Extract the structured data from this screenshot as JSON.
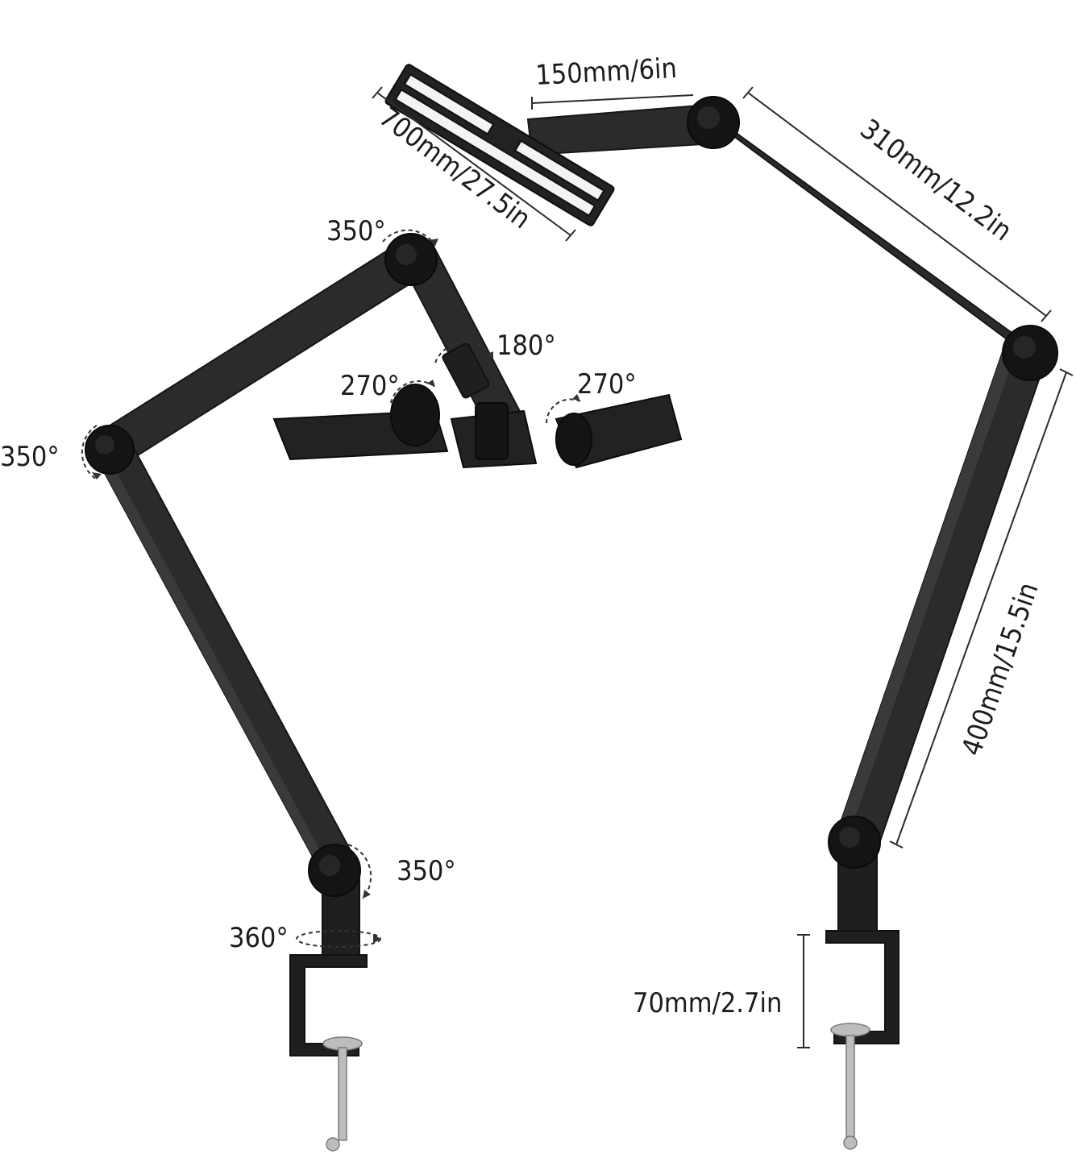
{
  "dimensions": {
    "bar_length": "700mm/27.5in",
    "head_arm": "150mm/6in",
    "upper_arm": "310mm/12.2in",
    "lower_arm": "400mm/15.5in",
    "clamp_opening": "70mm/2.7in"
  },
  "rotations": {
    "top_joint": "350°",
    "left_joint": "350°",
    "center_hinge": "180°",
    "left_panel": "270°",
    "right_panel": "270°",
    "base_joint": "350°",
    "base_swivel": "360°"
  },
  "colors": {
    "arm": "#2b2b2b",
    "joint": "#141414",
    "text": "#1c1c1c",
    "background": "#ffffff"
  }
}
